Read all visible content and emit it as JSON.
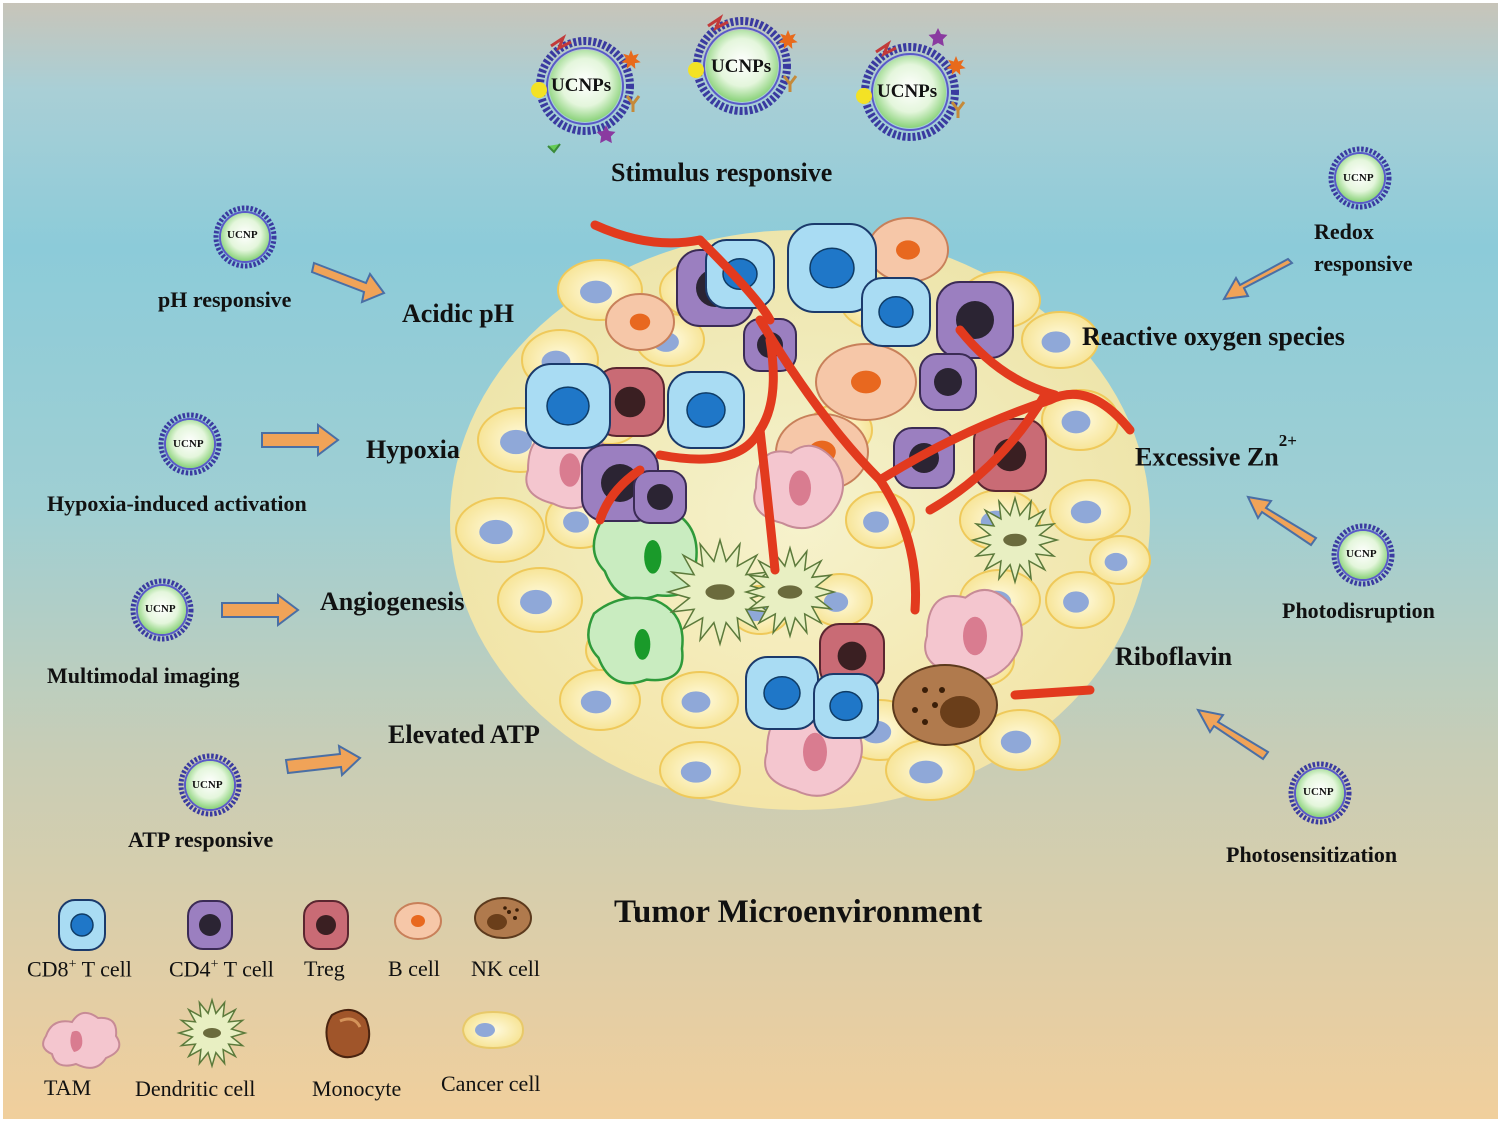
{
  "top": {
    "particle_labels": [
      "UCNPs",
      "UCNPs",
      "UCNPs"
    ],
    "heading": "Stimulus  responsive"
  },
  "small_particle_label": "UCNP",
  "left": {
    "ph_label": "pH responsive",
    "ph_target": "Acidic pH",
    "hypoxia_label": "Hypoxia-induced  activation",
    "hypoxia_target": "Hypoxia",
    "imaging_label": "Multimodal  imaging",
    "imaging_target": "Angiogenesis",
    "atp_label": "ATP responsive",
    "atp_target": "Elevated ATP"
  },
  "right": {
    "redox_label_1": "Redox",
    "redox_label_2": "responsive",
    "redox_target": "Reactive oxygen species",
    "zn_target": "Excessive Zn",
    "zn_sup": "2+",
    "photodisruption_label": "Photodisruption",
    "riboflavin_target": "Riboflavin",
    "photosensitization_label": "Photosensitization"
  },
  "title": "Tumor Microenvironment",
  "legend": {
    "cd8_prefix": "CD8",
    "cd8_sup": "+",
    "cd8_suffix": " T cell",
    "cd4_prefix": "CD4",
    "cd4_sup": "+",
    "cd4_suffix": " T cell",
    "treg": "Treg",
    "bcell": "B cell",
    "nkcell": "NK cell",
    "tam": "TAM",
    "dendritic": "Dendritic  cell",
    "monocyte": "Monocyte",
    "cancer": "Cancer cell"
  },
  "colors": {
    "cd8_outer": "#a9dcf3",
    "cd8_nucleus": "#1f77c8",
    "cd4_outer": "#9b7fc0",
    "cd4_nucleus": "#2b2433",
    "treg_outer": "#c96b75",
    "treg_nucleus": "#3a1f22",
    "bcell_outer": "#f6c7a8",
    "bcell_nucleus": "#e8681f",
    "nk_outer": "#b07a4d",
    "tam_fill": "#f4c6cf",
    "dendritic_fill": "#e8efc2",
    "monocyte_fill": "#a0552a",
    "cancer_fill": "#fbf1b0",
    "cancer_nucleus": "#8fa8d8",
    "vessel": "#e23a1e",
    "arrow": "#f0a358",
    "shell": "#3a3aa0"
  }
}
